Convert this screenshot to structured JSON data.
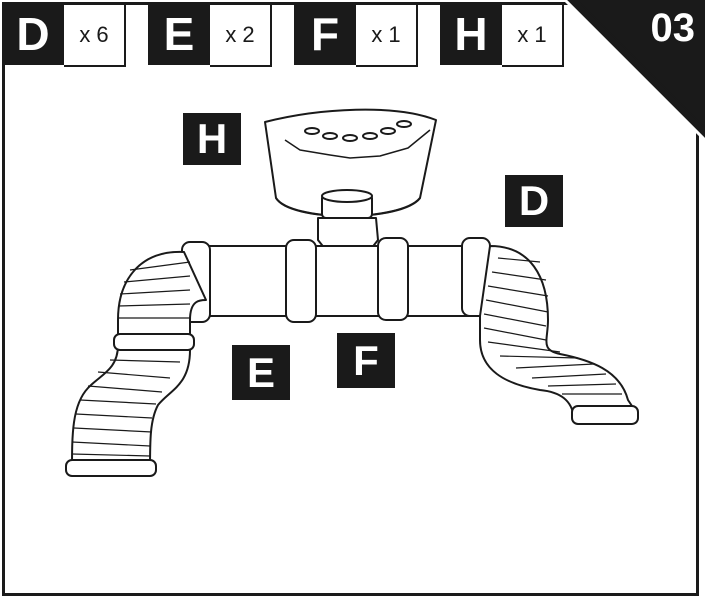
{
  "parts": [
    {
      "letter": "D",
      "qty": "x 6"
    },
    {
      "letter": "E",
      "qty": "x 2"
    },
    {
      "letter": "F",
      "qty": "x 1"
    },
    {
      "letter": "H",
      "qty": "x 1"
    }
  ],
  "step_number": "03",
  "callouts": {
    "h": "H",
    "d": "D",
    "e": "E",
    "f": "F"
  },
  "illustration": {
    "icon": "duct-hose-assembly-icon"
  }
}
